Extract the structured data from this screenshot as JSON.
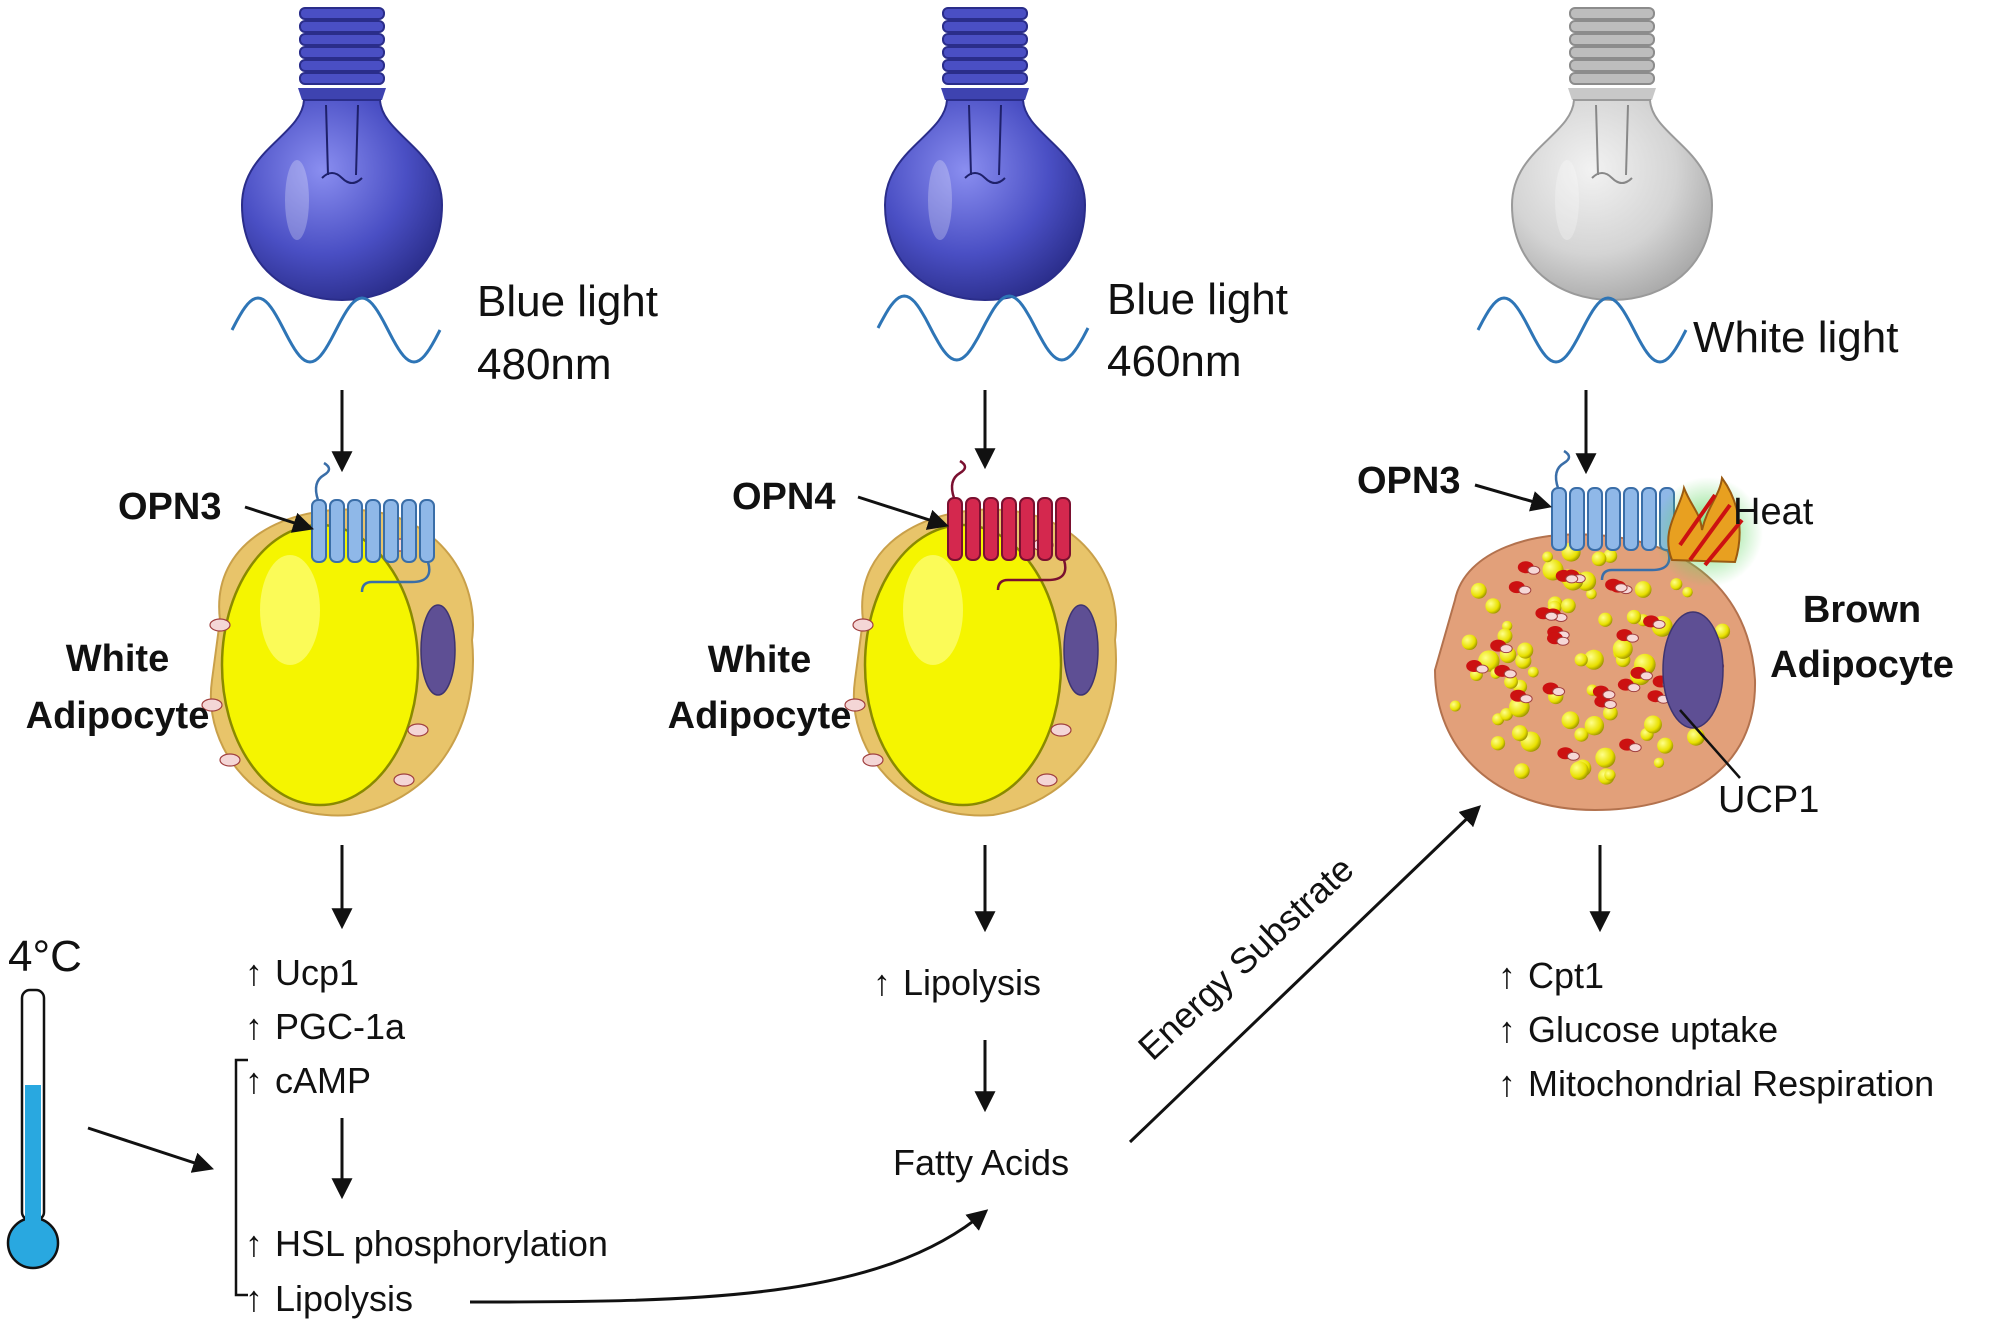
{
  "panels": [
    {
      "light_label_1": "Blue light",
      "light_label_2": "480nm",
      "receptor": "OPN3",
      "cell_label_1": "White",
      "cell_label_2": "Adipocyte",
      "bulb_color": "#4a4fc4",
      "receptor_color": "#8fb8e8"
    },
    {
      "light_label_1": "Blue light",
      "light_label_2": "460nm",
      "receptor": "OPN4",
      "cell_label_1": "White",
      "cell_label_2": "Adipocyte",
      "bulb_color": "#4a4fc4",
      "receptor_color": "#d4284e"
    },
    {
      "light_label_1": "White light",
      "receptor": "OPN3",
      "cell_label_1": "Brown",
      "cell_label_2": "Adipocyte",
      "bulb_color": "#d6d6d6",
      "receptor_color": "#8fb8e8",
      "heat_label": "Heat",
      "ucp1_label": "UCP1"
    }
  ],
  "left_effects": [
    "Ucp1",
    "PGC-1a",
    "cAMP"
  ],
  "left_downstream": [
    "HSL phosphorylation",
    "Lipolysis"
  ],
  "middle_effect": "Lipolysis",
  "fatty_acids": "Fatty Acids",
  "energy_substrate": "Energy Substrate",
  "right_effects": [
    "Cpt1",
    "Glucose uptake",
    "Mitochondrial Respiration"
  ],
  "temperature": "4°C",
  "colors": {
    "wave": "#2e75b6",
    "white_fat_membrane": "#e8c46a",
    "lipid_droplet": "#f5f500",
    "nucleus": "#5e4f94",
    "brown_cell": "#e2a07a",
    "ucp1_red": "#cc1111",
    "thermometer": "#29a8e0",
    "heat_glow": "#5ed65e"
  }
}
